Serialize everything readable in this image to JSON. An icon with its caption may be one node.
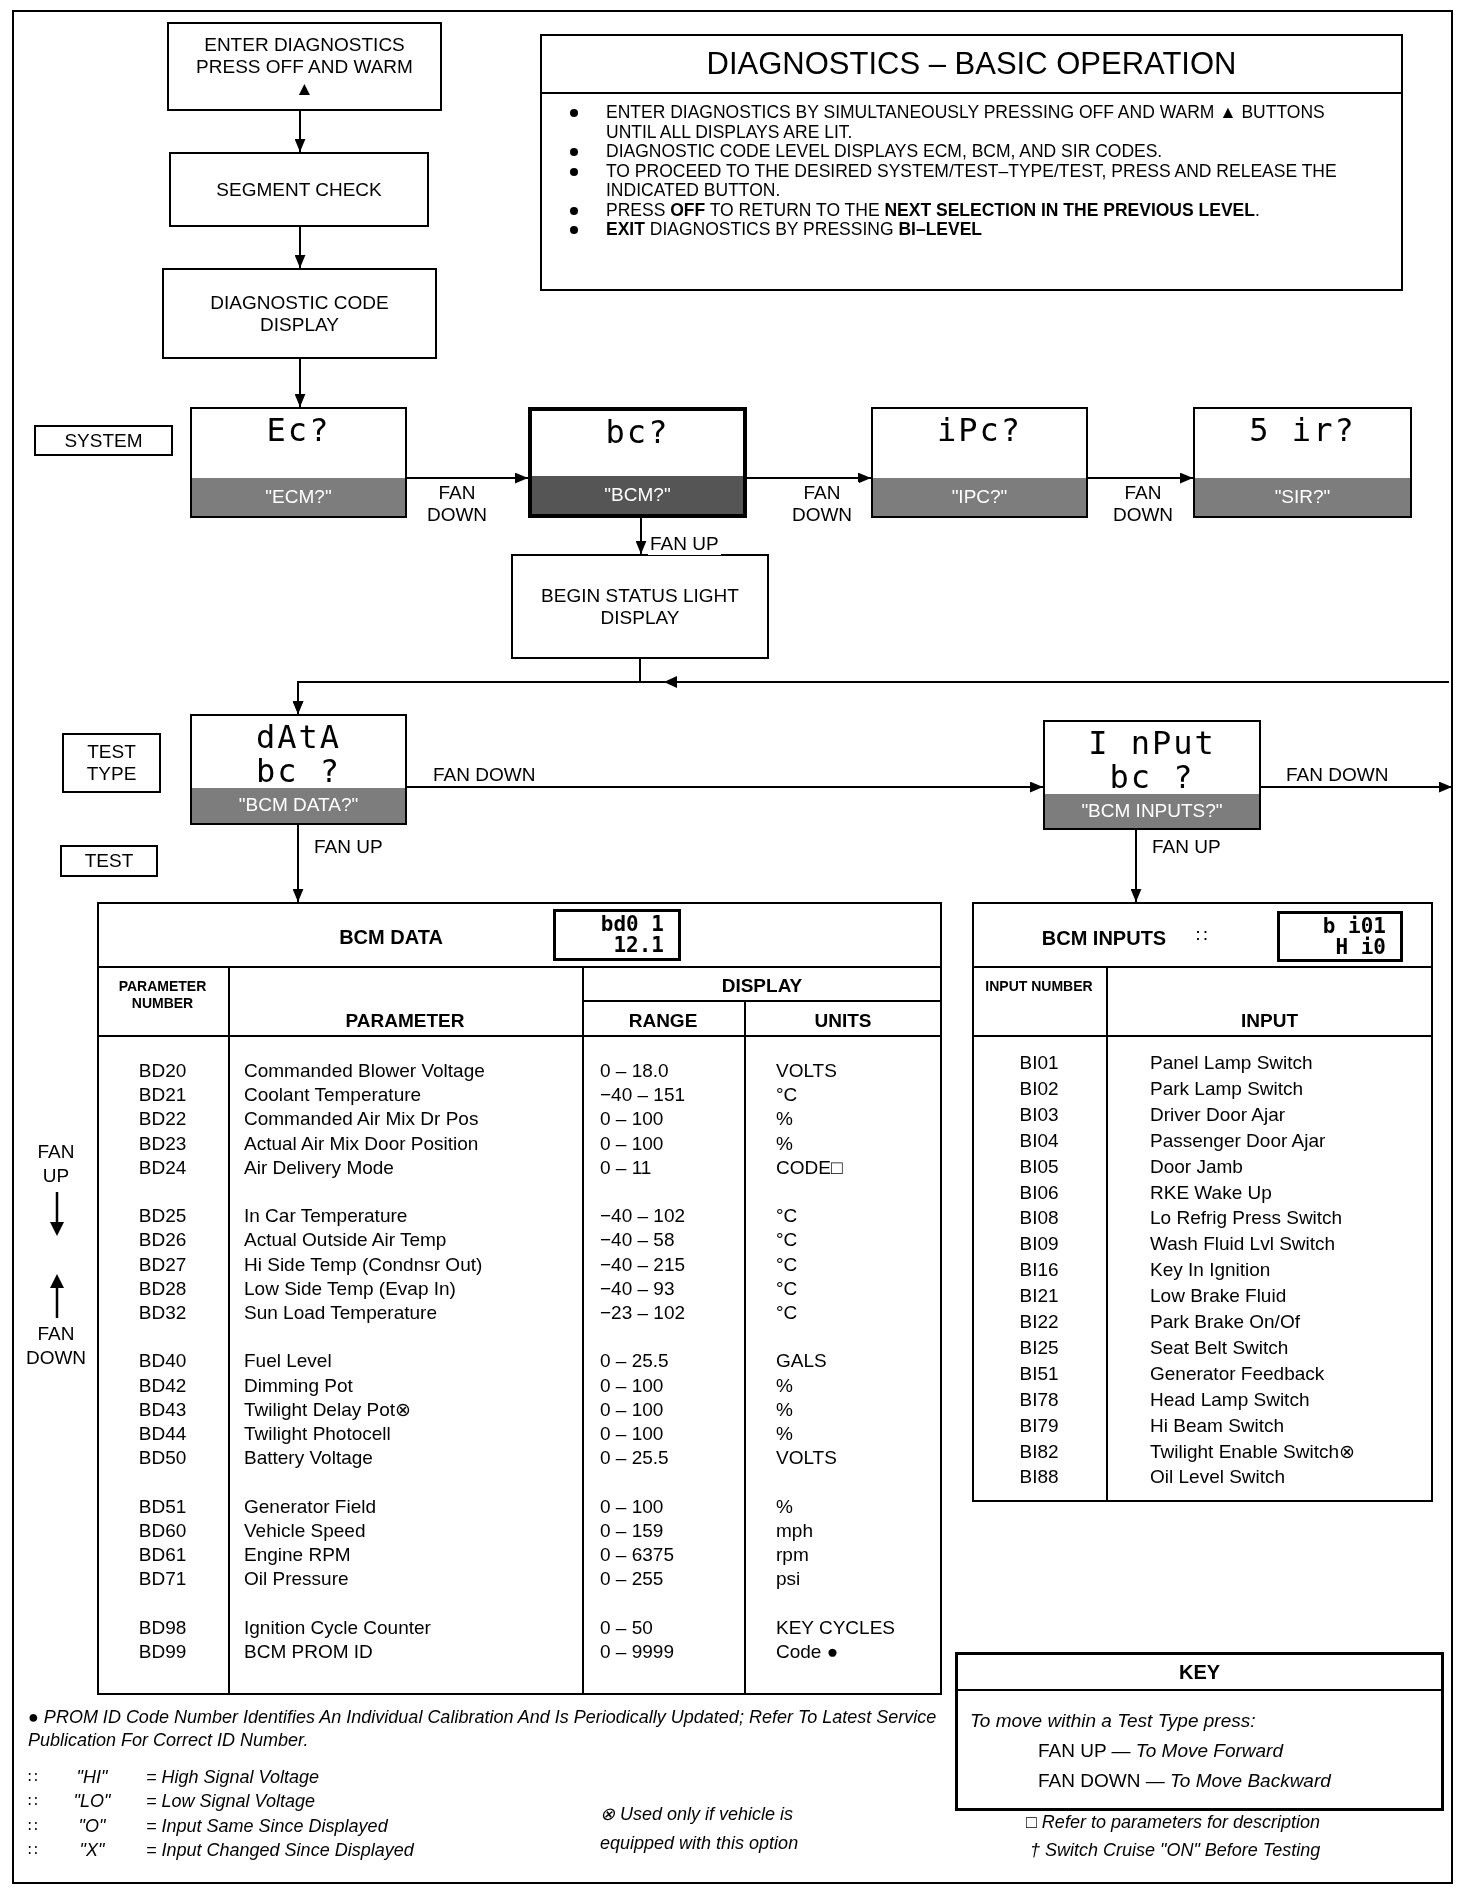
{
  "diagram": {
    "nodes": [
      {
        "text": [
          "ENTER DIAGNOSTICS PRESS OFF AND WARM ▲"
        ]
      },
      {
        "text": [
          "SEGMENT CHECK"
        ]
      },
      {
        "text": [
          "DIAGNOSTIC CODE DISPLAY"
        ]
      },
      {
        "text": [
          "DIAGNOSTICS – BASIC OPERATION",
          "ENTER DIAGNOSTICS BY SIMULTANEOUSLY PRESSING OFF AND WARM ▲ BUTTONS UNTIL ALL DISPLAYS ARE LIT.",
          "DIAGNOSTIC CODE LEVEL DISPLAYS ECM, BCM, AND SIR CODES.",
          "TO PROCEED TO THE DESIRED SYSTEM/TEST–TYPE/TEST, PRESS AND RELEASE THE INDICATED BUTTON.",
          "PRESS **OFF** TO RETURN TO THE **NEXT SELECTION IN THE PREVIOUS LEVEL**.",
          "**EXIT** DIAGNOSTICS BY PRESSING **BI–LEVEL**"
        ]
      },
      {
        "text": [
          "Ec?",
          "\"ECM?\""
        ]
      },
      {
        "text": [
          "bc?",
          "\"BCM?\""
        ]
      },
      {
        "text": [
          "iPc?",
          "\"IPC?\""
        ]
      },
      {
        "text": [
          "5 ir?",
          "\"SIR?\""
        ]
      },
      {
        "text": [
          "BEGIN STATUS LIGHT DISPLAY"
        ]
      },
      {
        "text": [
          "dAtA",
          "bc ?",
          "\"BCM DATA?\""
        ]
      },
      {
        "text": [
          "I nPut",
          "bc ?",
          "\"BCM INPUTS?\""
        ]
      },
      {
        "text": [
          "BCM DATA"
        ]
      },
      {
        "text": [
          "bd0 1",
          "12.1"
        ],
        "in": 11
      },
      {
        "text": [
          "BCM INPUTS",
          "∷"
        ]
      },
      {
        "text": [
          "b i01",
          "H i0"
        ],
        "in": 13
      },
      {
        "text": [
          "SYSTEM"
        ]
      },
      {
        "text": [
          "TEST TYPE"
        ]
      },
      {
        "text": [
          "TEST"
        ]
      },
      {
        "text": [
          "KEY",
          "To move within a Test Type press:",
          "FAN UP — *To Move Forward*",
          "FAN DOWN — *To Move Backward*"
        ]
      }
    ],
    "edges": [
      {
        "from": 0,
        "to": 1,
        "arrow": "to"
      },
      {
        "from": 1,
        "to": 2,
        "arrow": "to"
      },
      {
        "from": 2,
        "to": 4,
        "arrow": "to"
      },
      {
        "from": 4,
        "to": 5,
        "arrow": "to",
        "label": "FAN DOWN"
      },
      {
        "from": 5,
        "to": 6,
        "arrow": "to",
        "label": "FAN DOWN"
      },
      {
        "from": 6,
        "to": 7,
        "arrow": "to",
        "label": "FAN DOWN"
      },
      {
        "from": 5,
        "to": 8,
        "arrow": "to",
        "label": "FAN UP"
      },
      {
        "from": 8,
        "to": 9,
        "arrow": "to"
      },
      {
        "from": null,
        "to": 9,
        "arrow": "to"
      },
      {
        "from": 9,
        "to": 10,
        "arrow": "to",
        "label": "FAN DOWN"
      },
      {
        "from": 10,
        "to": null,
        "arrow": "to",
        "label": "FAN DOWN"
      },
      {
        "from": 9,
        "to": 11,
        "arrow": "to",
        "label": "FAN UP"
      },
      {
        "from": 10,
        "to": 13,
        "arrow": "to",
        "label": "FAN UP"
      }
    ],
    "labels": [
      "PARAMETER NUMBER",
      "PARAMETER",
      "DISPLAY",
      "RANGE",
      "UNITS",
      "BD20",
      "Commanded Blower Voltage",
      "0 – 18.0",
      "VOLTS",
      "BD21",
      "Coolant Temperature",
      "−40 – 151",
      "°C",
      "BD22",
      "Commanded Air Mix Dr Pos",
      "0 – 100",
      "%",
      "BD23",
      "Actual Air Mix Door Position",
      "0 – 100",
      "%",
      "BD24",
      "Air Delivery Mode",
      "0 – 11",
      "CODE□",
      "BD25",
      "In Car Temperature",
      "−40 – 102",
      "°C",
      "BD26",
      "Actual Outside Air Temp",
      "−40 – 58",
      "°C",
      "BD27",
      "Hi Side Temp (Condnsr Out)",
      "−40 – 215",
      "°C",
      "BD28",
      "Low Side Temp (Evap In)",
      "−40 – 93",
      "°C",
      "BD32",
      "Sun Load Temperature",
      "−23 – 102",
      "°C",
      "BD40",
      "Fuel Level",
      "0 – 25.5",
      "GALS",
      "BD42",
      "Dimming Pot",
      "0 – 100",
      "%",
      "BD43",
      "Twilight Delay Pot⊗",
      "0 – 100",
      "%",
      "BD44",
      "Twilight Photocell",
      "0 – 100",
      "%",
      "BD50",
      "Battery Voltage",
      "0 – 25.5",
      "VOLTS",
      "BD51",
      "Generator Field",
      "0 – 100",
      "%",
      "BD60",
      "Vehicle Speed",
      "0 – 159",
      "mph",
      "BD61",
      "Engine RPM",
      "0 – 6375",
      "rpm",
      "BD71",
      "Oil Pressure",
      "0 – 255",
      "psi",
      "BD98",
      "Ignition Cycle Counter",
      "0 – 50",
      "KEY CYCLES",
      "BD99",
      "BCM PROM ID",
      "0 – 9999",
      "Code ●",
      "INPUT NUMBER",
      "INPUT",
      "BI01",
      "Panel Lamp Switch",
      "BI02",
      "Park Lamp Switch",
      "BI03",
      "Driver Door Ajar",
      "BI04",
      "Passenger Door Ajar",
      "BI05",
      "Door Jamb",
      "BI06",
      "RKE Wake Up",
      "BI08",
      "Lo Refrig Press Switch",
      "BI09",
      "Wash Fluid Lvl Switch",
      "BI16",
      "Key In Ignition",
      "BI21",
      "Low Brake Fluid",
      "BI22",
      "Park Brake On/Of",
      "BI25",
      "Seat Belt Switch",
      "BI51",
      "Generator Feedback",
      "BI78",
      "Head Lamp Switch",
      "BI79",
      "Hi Beam Switch",
      "BI82",
      "Twilight Enable Switch⊗",
      "BI88",
      "Oil Level Switch",
      "FAN UP",
      "FAN DOWN",
      "● PROM ID Code Number Identifies An Individual Calibration And Is Periodically Updated; Refer To Latest Service Publication For Correct ID Number.",
      "∷",
      "\"HI\"",
      "= High Signal Voltage",
      "∷",
      "\"LO\"",
      "= Low Signal Voltage",
      "∷",
      "\"O\"",
      "= Input Same Since Displayed",
      "∷",
      "\"X\"",
      "= Input Changed Since Displayed",
      "⊗ Used only if vehicle is equipped with this option",
      "□ Refer to parameters for description",
      "† Switch Cruise \"ON\" Before Testing"
    ]
  }
}
